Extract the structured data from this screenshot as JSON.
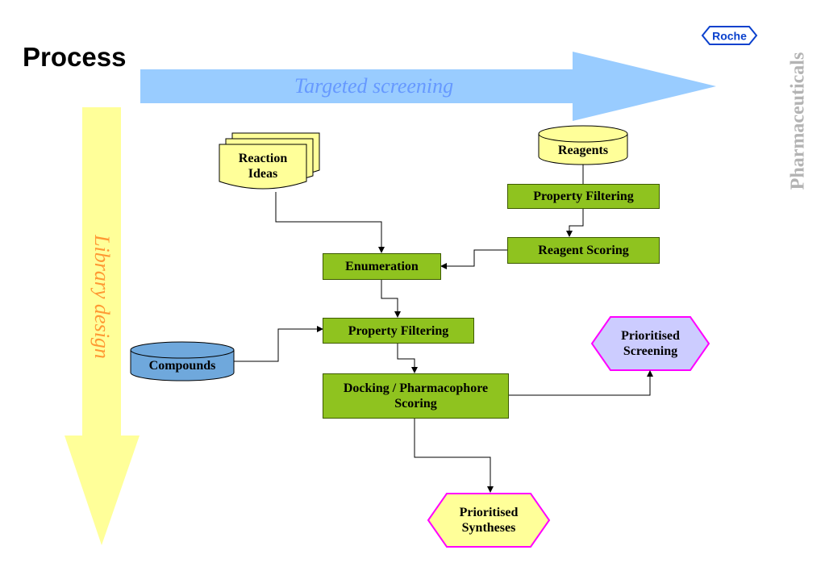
{
  "page": {
    "title": "Process",
    "side_label": "Pharmaceuticals",
    "logo_text": "Roche"
  },
  "axes": {
    "horizontal": "Targeted screening",
    "vertical": "Library design"
  },
  "nodes": {
    "reaction_ideas": "Reaction Ideas",
    "reagents": "Reagents",
    "property_filtering_top": "Property Filtering",
    "reagent_scoring": "Reagent Scoring",
    "enumeration": "Enumeration",
    "property_filtering_mid": "Property Filtering",
    "compounds": "Compounds",
    "docking": "Docking / Pharmacophore Scoring",
    "prioritised_screening": "Prioritised Screening",
    "prioritised_syntheses": "Prioritised Syntheses"
  },
  "colors": {
    "process_box": "#8fc31f",
    "horizontal_arrow": "#99ccff",
    "vertical_arrow": "#ffff99",
    "horizontal_arrow_text": "#6699ff",
    "vertical_arrow_text": "#ff9933",
    "document_fill": "#ffff99",
    "reagents_fill": "#ffff99",
    "compounds_fill": "#6fa8dc",
    "output_fill": "#ffff99",
    "output_fill_alt": "#ccccff",
    "output_border": "#ff00ff"
  }
}
